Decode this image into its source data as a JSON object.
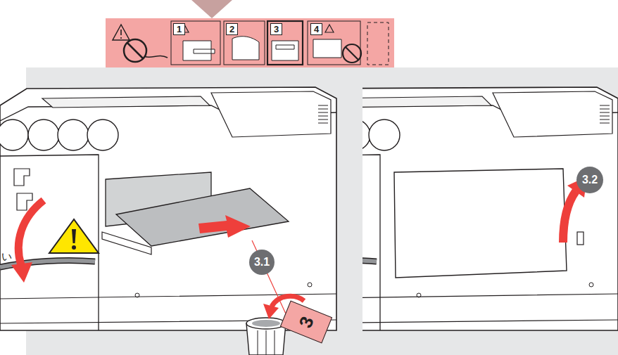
{
  "diagram": {
    "nodes": [
      {
        "text": [
          "1"
        ]
      },
      {
        "text": [
          "2"
        ]
      },
      {
        "text": [
          "3"
        ]
      },
      {
        "text": [
          "4"
        ]
      },
      {
        "text": [
          "3"
        ]
      },
      {
        "text": [
          "3.1"
        ]
      },
      {
        "text": [
          "3.2"
        ]
      }
    ],
    "labels": [
      "い"
    ]
  }
}
